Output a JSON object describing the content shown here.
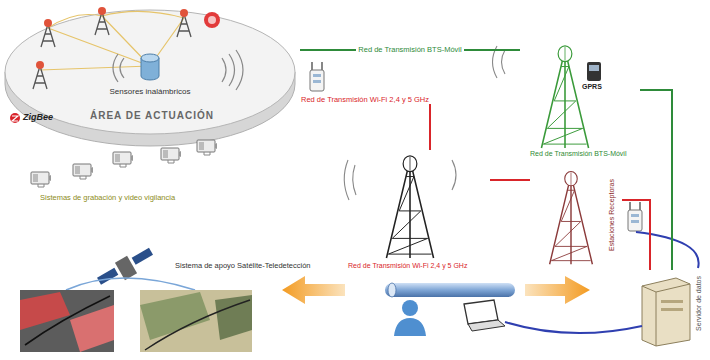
{
  "diagram": {
    "nodes": [
      {
        "text": [
          "ÁREA DE ACTUACIÓN"
        ]
      },
      {
        "text": [
          "Sensores inalámbricos"
        ],
        "in": 0
      },
      {
        "text": [
          "Sistemas de grabación y video vigilancia"
        ]
      },
      {
        "text": [
          "Red de Transmisión BTS-Móvil"
        ]
      },
      {
        "text": [
          "Red de Transmisión Wi-Fi 2,4 y 5 GHz"
        ]
      },
      {
        "text": [
          "Estaciones Receptoras"
        ]
      },
      {
        "text": [
          "Servidor de datos"
        ]
      },
      {
        "text": [
          "Sistema de apoyo Satélite-Teledetección"
        ]
      }
    ],
    "edges": [
      {
        "from": 0,
        "to": 3,
        "arrow": "none",
        "label": "Red de Transmisión BTS-Móvil"
      },
      {
        "from": 0,
        "to": 4,
        "arrow": "none",
        "label": "Red de Transmisión Wi-Fi 2,4 y 5 GHz"
      },
      {
        "from": 3,
        "to": 6,
        "arrow": "none"
      },
      {
        "from": 4,
        "to": 5,
        "arrow": "none"
      },
      {
        "from": 5,
        "to": 6,
        "arrow": "none"
      }
    ],
    "labels": [
      "ZigBee",
      "GPRS"
    ]
  }
}
